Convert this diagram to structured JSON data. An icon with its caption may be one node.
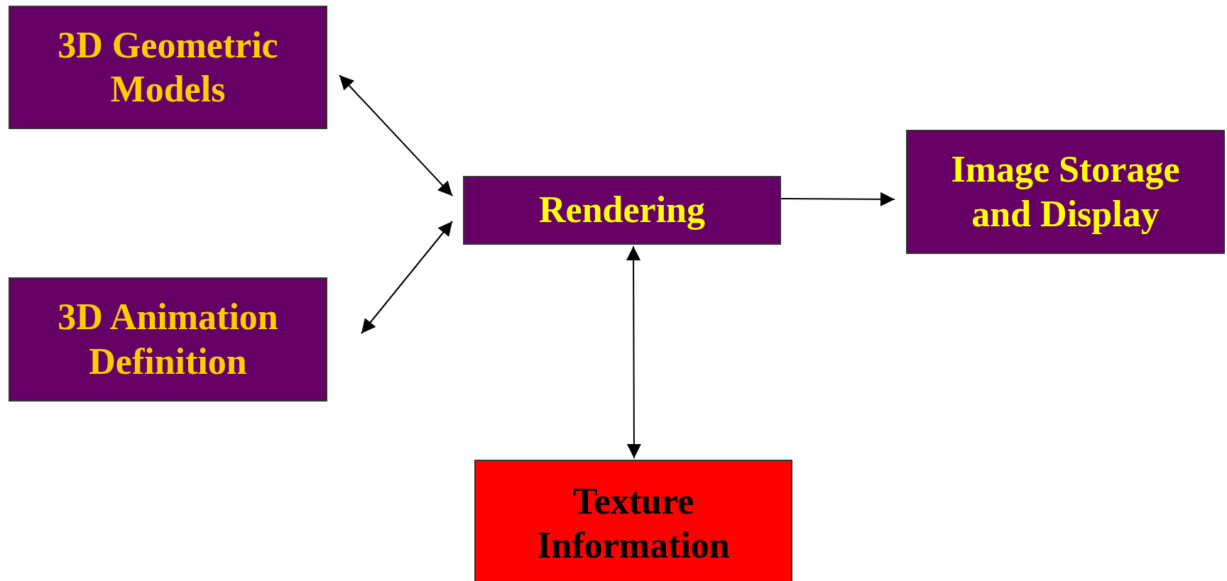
{
  "diagram": {
    "nodes": [
      {
        "text": [
          "3D Geometric Models"
        ]
      },
      {
        "text": [
          "3D Animation Definition"
        ]
      },
      {
        "text": [
          "Rendering"
        ]
      },
      {
        "text": [
          "Image Storage and Display"
        ]
      },
      {
        "text": [
          "Texture Information"
        ]
      }
    ],
    "edges": [
      {
        "from": 0,
        "to": 2,
        "arrow": "both"
      },
      {
        "from": 1,
        "to": 2,
        "arrow": "both"
      },
      {
        "from": 2,
        "to": 3,
        "arrow": "to"
      },
      {
        "from": 2,
        "to": 4,
        "arrow": "both"
      }
    ]
  }
}
